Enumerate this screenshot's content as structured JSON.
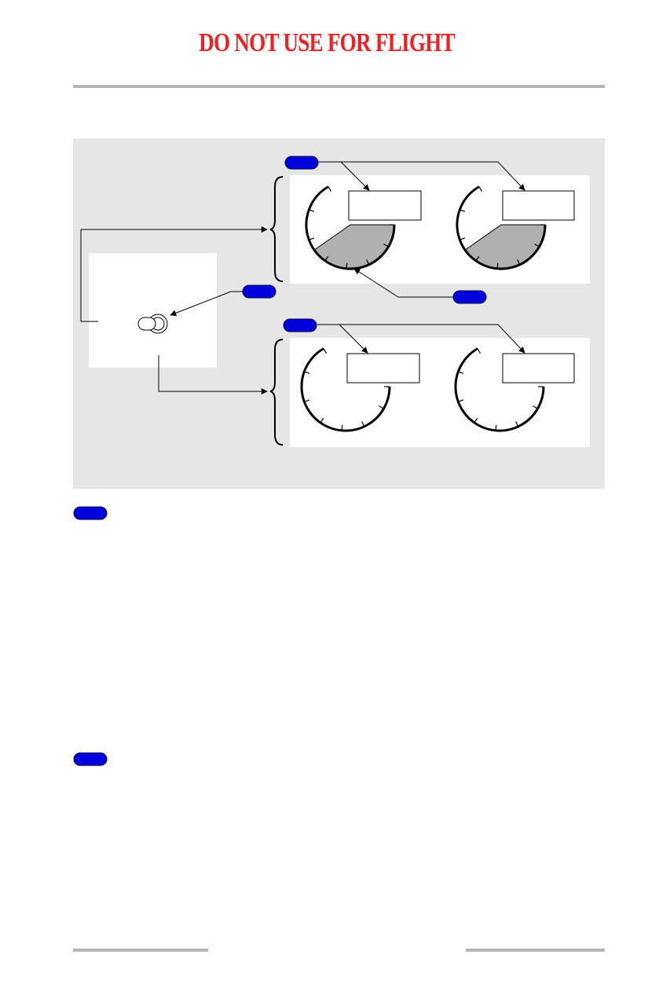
{
  "header": {
    "warning": "DO NOT USE FOR FLIGHT"
  },
  "colors": {
    "warning": "#ee2222",
    "callout": "#0000dd",
    "panel": "#e6e6e6",
    "gauge_fill": "#b0b0b0"
  },
  "diagram": {
    "upper_group": {
      "gauges": 2,
      "range_shaded": true
    },
    "lower_group": {
      "gauges": 2,
      "range_shaded": false
    },
    "switch": {
      "icon": "toggle-switch-icon"
    },
    "callouts": [
      "callout-digital-display-upper",
      "callout-switch",
      "callout-shaded-arc",
      "callout-digital-display-lower"
    ]
  },
  "notes": [
    {
      "icon": "callout-marker-1"
    },
    {
      "icon": "callout-marker-2"
    }
  ]
}
